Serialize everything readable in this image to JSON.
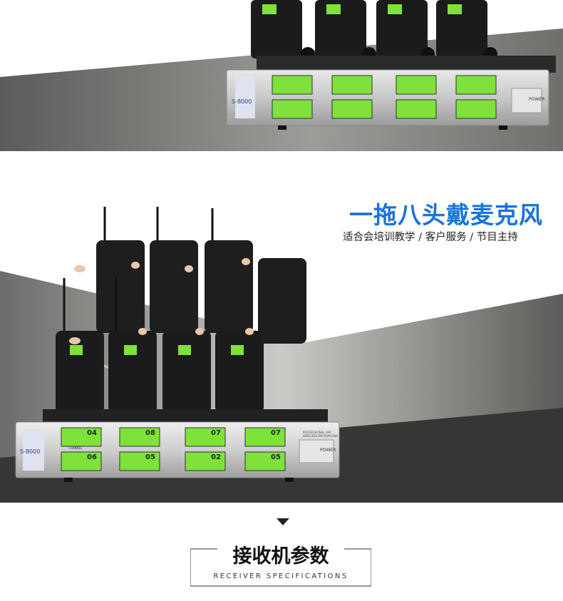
{
  "hero": {
    "title": "一拖八头戴麦克风",
    "subtitle": "适合会培训教学 / 客户服务 / 节目主持"
  },
  "receiver": {
    "model": "S-8000",
    "power_label": "POWER",
    "panel_label": "PROFESSIONAL UHF WIRELESS MICROPHONE",
    "channel_label": "CHANNEL",
    "lcd_numbers": [
      "04",
      "08",
      "07",
      "07",
      "06",
      "05",
      "02",
      "05"
    ]
  },
  "spec_section": {
    "title": "接收机参数",
    "subtitle": "RECEIVER SPECIFICATIONS"
  },
  "colors": {
    "accent": "#1a73d9",
    "lcd": "#7ee23a",
    "dark_bg": "#3d3f3c"
  }
}
